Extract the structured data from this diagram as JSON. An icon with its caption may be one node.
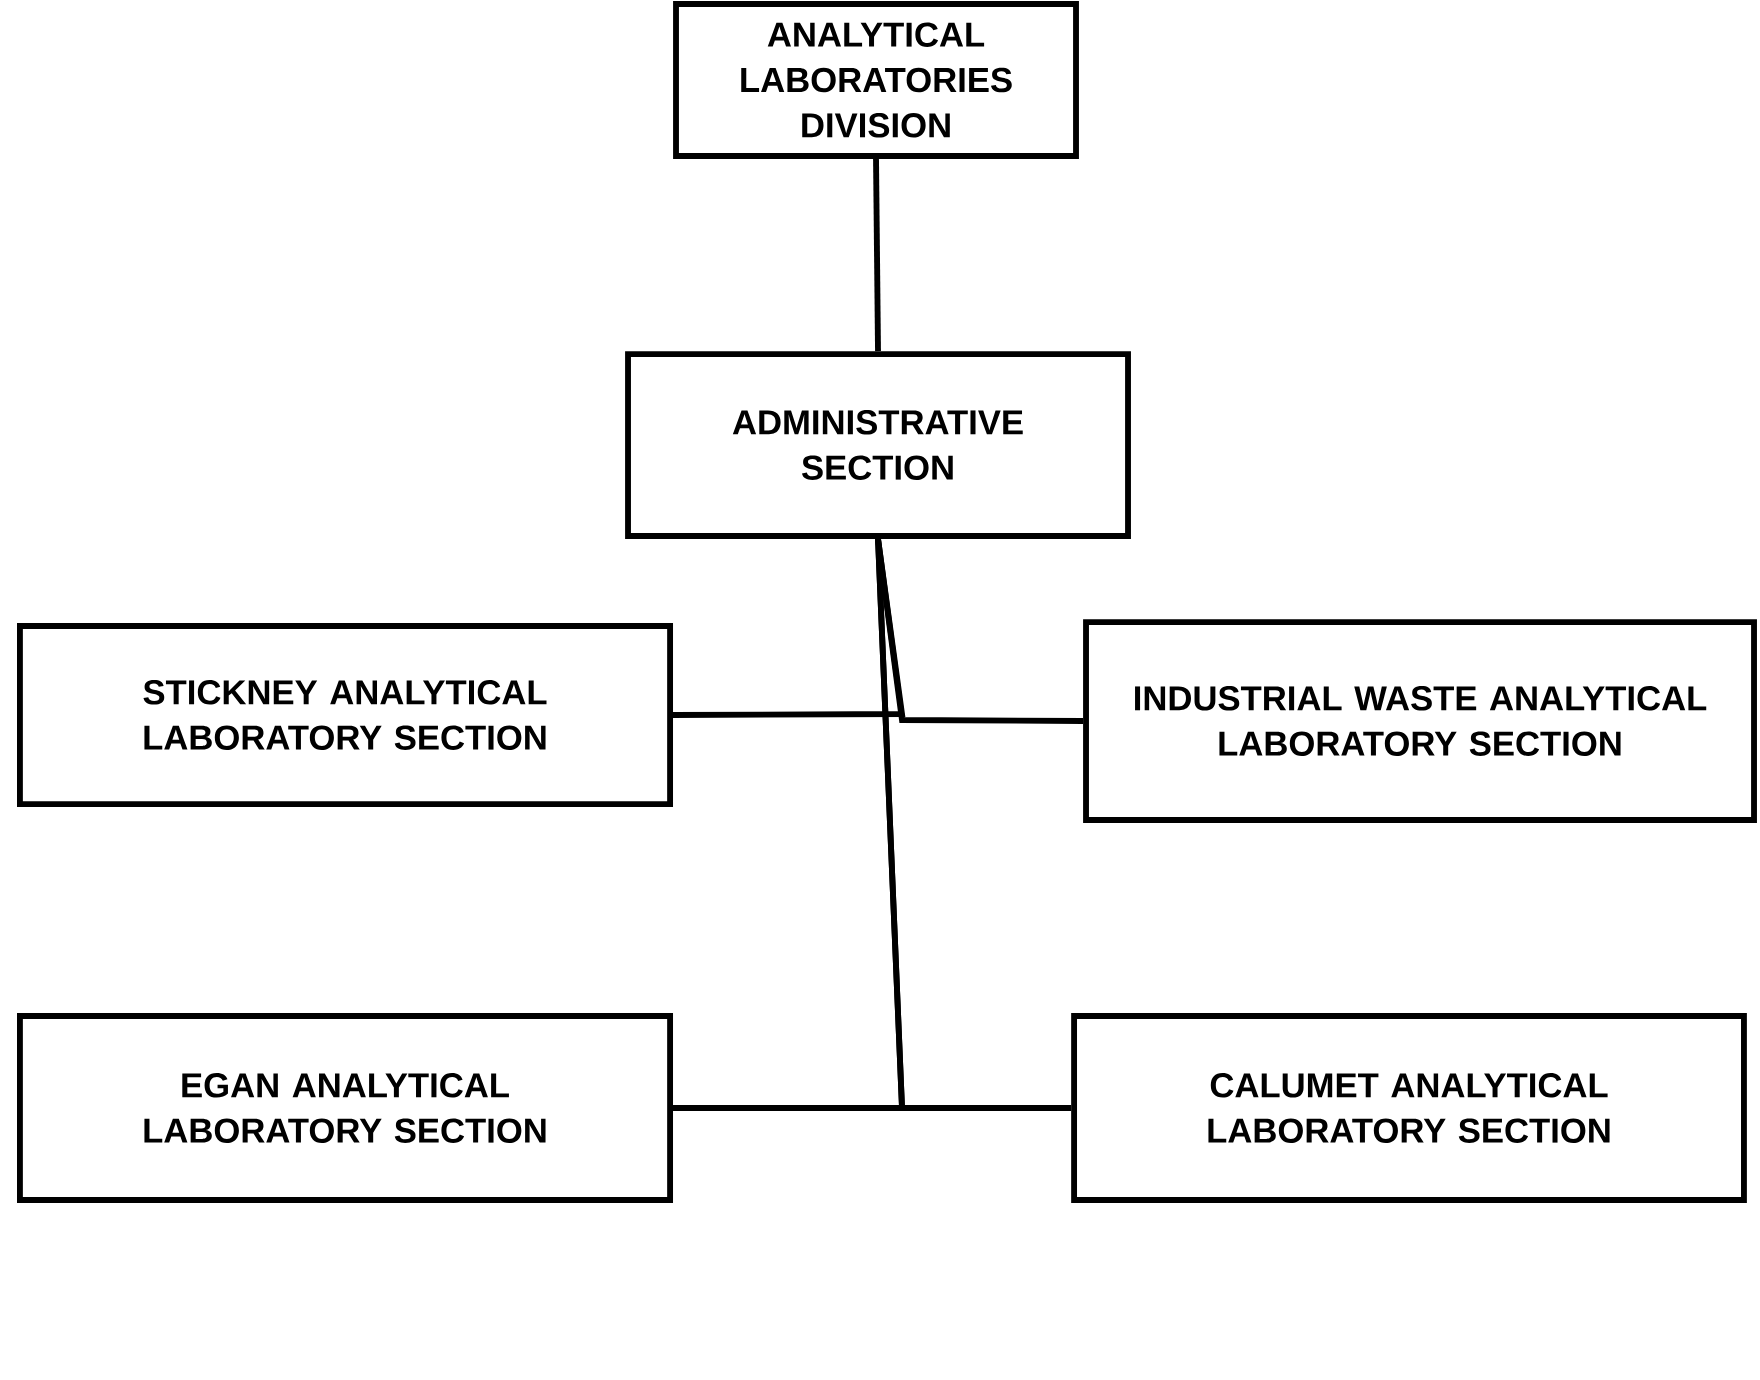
{
  "diagram": {
    "nodes": [
      {
        "text": [
          "ANALYTICAL LABORATORIES DIVISION"
        ]
      },
      {
        "text": [
          "ADMINISTRATIVE SECTION"
        ]
      },
      {
        "text": [
          "STICKNEY ANALYTICAL LABORATORY SECTION"
        ]
      },
      {
        "text": [
          "INDUSTRIAL WASTE ANALYTICAL LABORATORY SECTION"
        ]
      },
      {
        "text": [
          "EGAN ANALYTICAL LABORATORY SECTION"
        ]
      },
      {
        "text": [
          "CALUMET ANALYTICAL LABORATORY SECTION"
        ]
      }
    ],
    "edges": [
      {
        "from": 0,
        "to": 1,
        "arrow": "none"
      },
      {
        "from": 1,
        "to": 2,
        "arrow": "none"
      },
      {
        "from": 1,
        "to": 3,
        "arrow": "none"
      },
      {
        "from": 1,
        "to": 4,
        "arrow": "none"
      },
      {
        "from": 1,
        "to": 5,
        "arrow": "none"
      }
    ]
  }
}
